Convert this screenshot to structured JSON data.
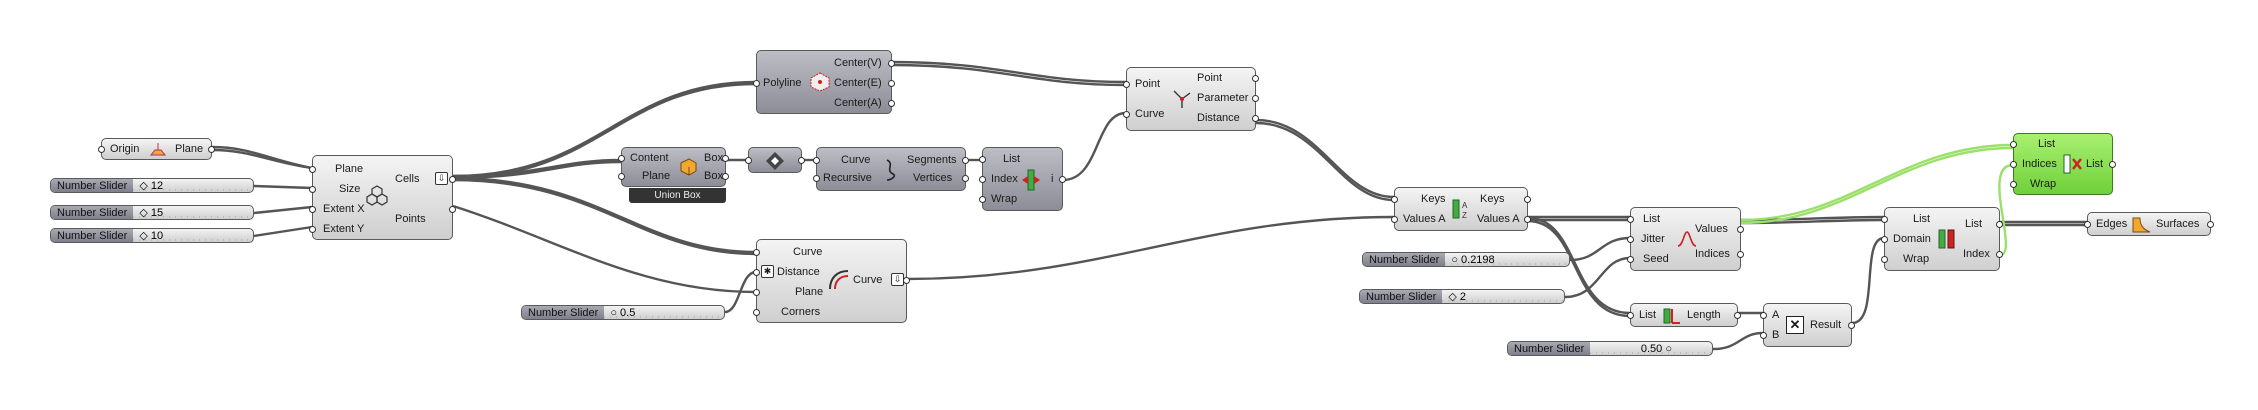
{
  "origin_param": {
    "label": "Origin",
    "output": "Plane"
  },
  "hex_grid": {
    "inputs": [
      "Plane",
      "Size",
      "Extent X",
      "Extent Y"
    ],
    "outputs": [
      "Cells",
      "Points"
    ]
  },
  "sliders": {
    "size": {
      "label": "Number Slider",
      "value": "12"
    },
    "extent_x": {
      "label": "Number Slider",
      "value": "15"
    },
    "extent_y": {
      "label": "Number Slider",
      "value": "10"
    },
    "offset": {
      "label": "Number Slider",
      "value": "0.5"
    },
    "jitter": {
      "label": "Number Slider",
      "value": "0.2198"
    },
    "seed": {
      "label": "Number Slider",
      "value": "2"
    },
    "mult": {
      "label": "Number Slider",
      "value": "0.50"
    }
  },
  "polygon_center": {
    "input": "Polyline",
    "outputs": [
      "Center(V)",
      "Center(E)",
      "Center(A)"
    ]
  },
  "bounding_box": {
    "inputs": [
      "Content",
      "Plane"
    ],
    "outputs": [
      "Box",
      "Box"
    ],
    "footer": "Union Box"
  },
  "explode": {
    "inputs": [
      "Curve",
      "Recursive"
    ],
    "outputs": [
      "Segments",
      "Vertices"
    ]
  },
  "list_item": {
    "inputs": [
      "List",
      "Index",
      "Wrap"
    ],
    "output": "i"
  },
  "curve_closest": {
    "inputs": [
      "Point",
      "Curve"
    ],
    "outputs": [
      "Point",
      "Parameter",
      "Distance"
    ]
  },
  "offset_curve": {
    "inputs": [
      "Curve",
      "Distance",
      "Plane",
      "Corners"
    ],
    "output": "Curve"
  },
  "sort_list": {
    "inputs": [
      "Keys",
      "Values A"
    ],
    "outputs": [
      "Keys",
      "Values A"
    ]
  },
  "jitter_comp": {
    "inputs": [
      "List",
      "Jitter",
      "Seed"
    ],
    "outputs": [
      "Values",
      "Indices"
    ]
  },
  "list_length": {
    "input": "List",
    "output": "Length"
  },
  "multiply": {
    "inputs": [
      "A",
      "B"
    ],
    "output": "Result"
  },
  "split_list": {
    "inputs": [
      "List",
      "Domain",
      "Wrap"
    ],
    "outputs": [
      "List",
      "Index"
    ]
  },
  "cull_index": {
    "inputs": [
      "List",
      "Indices",
      "Wrap"
    ],
    "output": "List"
  },
  "edge_surface": {
    "input": "Edges",
    "output": "Surfaces"
  },
  "colors": {
    "wire": "#555555",
    "wire_selected": "#9be06a",
    "component": "#dcdcdc",
    "dark_component": "#9a9aa4",
    "selected_component": "#7ede45"
  }
}
